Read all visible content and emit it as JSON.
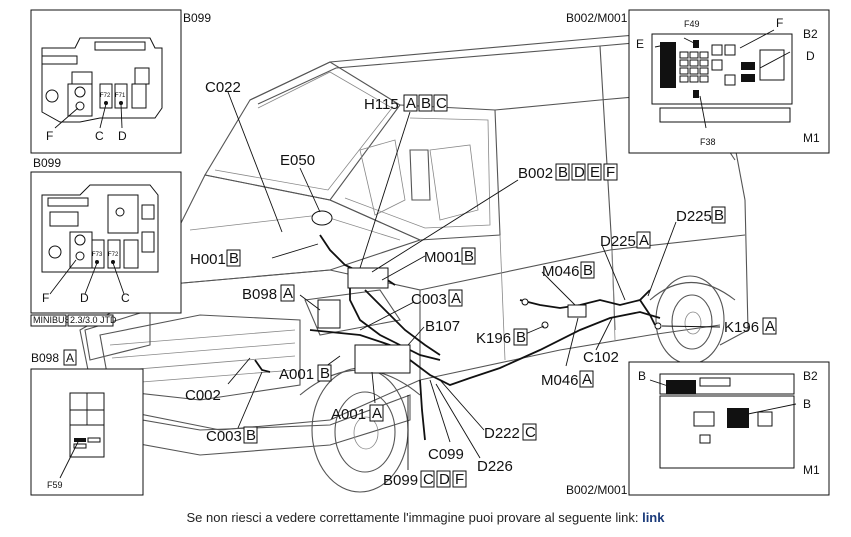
{
  "labels": {
    "c022": "C022",
    "h115": "H115",
    "h115_suffix": [
      "A",
      "B",
      "C"
    ],
    "e050": "E050",
    "b002": "B002",
    "b002_suffix": [
      "B",
      "D",
      "E",
      "F"
    ],
    "h001": "H001",
    "h001_suffix": [
      "B"
    ],
    "m001": "M001",
    "m001_suffix": [
      "B"
    ],
    "b098": "B098",
    "b098_suffix": [
      "A"
    ],
    "c003a": "C003",
    "c003a_suffix": [
      "A"
    ],
    "b107": "B107",
    "m046b": "M046",
    "m046b_suffix": [
      "B"
    ],
    "d225a": "D225",
    "d225a_suffix": [
      "A"
    ],
    "d225b": "D225",
    "d225b_suffix": [
      "B"
    ],
    "k196b": "K196",
    "k196b_suffix": [
      "B"
    ],
    "k196a": "K196",
    "k196a_suffix": [
      "A"
    ],
    "c102": "C102",
    "m046a": "M046",
    "m046a_suffix": [
      "A"
    ],
    "a001b": "A001",
    "a001b_suffix": [
      "B"
    ],
    "a001a": "A001",
    "a001a_suffix": [
      "A"
    ],
    "c002": "C002",
    "c003b": "C003",
    "c003b_suffix": [
      "B"
    ],
    "c099": "C099",
    "d222": "D222",
    "d222_suffix": [
      "C"
    ],
    "d226": "D226",
    "b099": "B099",
    "b099_suffix": [
      "C",
      "D",
      "F"
    ]
  },
  "inset_b099_top": {
    "title": "B099",
    "fuse_f72": "F72",
    "fuse_f71": "F71",
    "callouts": [
      "F",
      "C",
      "D"
    ]
  },
  "inset_b099_mid": {
    "title": "B099",
    "fuse_f73": "F73",
    "fuse_f72": "F72",
    "callouts": [
      "F",
      "D",
      "C"
    ],
    "tags": [
      "MINIBUS",
      "2.3/3.0 JTD"
    ]
  },
  "inset_b098": {
    "title": "B098",
    "title_suffix": "A",
    "callout": "F59"
  },
  "inset_b002_top": {
    "title": "B002/M001",
    "tl": "B2",
    "br": "M1",
    "callouts": [
      "F49",
      "F",
      "E",
      "D",
      "F38"
    ]
  },
  "inset_b002_bot": {
    "title": "B002/M001",
    "tr": "B2",
    "br": "M1",
    "callouts": [
      "B",
      "B"
    ]
  },
  "footer": {
    "text": "Se non riesci a vedere correttamente l'immagine puoi provare al seguente link:",
    "link": "link"
  }
}
